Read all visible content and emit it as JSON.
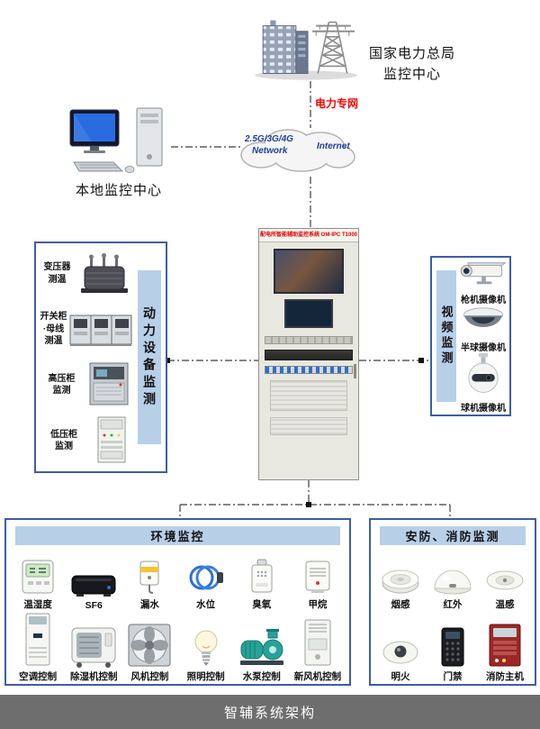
{
  "colors": {
    "panel_border": "#3d5da8",
    "strip_blue": "#b8cfe8",
    "footer_gray": "#6e6e6e",
    "network_label_red": "#ff0000",
    "cloud_text_blue": "#1f3e9e",
    "cabinet_header_red": "#e00000"
  },
  "top": {
    "hq_title_line1": "国家电力总局",
    "hq_title_line2": "监控中心",
    "power_network_label": "电力专网",
    "cloud": {
      "line1": "2.5G/3G/4G",
      "line2": "Network",
      "internet": "Internet"
    },
    "local_center_label": "本地监控中心"
  },
  "cabinet": {
    "header": "配电所智能辅助监控系统 OM-IPC T1000"
  },
  "power_panel": {
    "title": "动力设备监测",
    "items": [
      {
        "label_line1": "变压器",
        "label_line2": "测温",
        "icon": "transformer-icon"
      },
      {
        "label_line1": "开关柜·母线",
        "label_line2": "测温",
        "icon": "switchgear-icon"
      },
      {
        "label_line1": "高压柜",
        "label_line2": "监测",
        "icon": "hv-cabinet-icon"
      },
      {
        "label_line1": "低压柜",
        "label_line2": "监测",
        "icon": "lv-cabinet-icon"
      }
    ]
  },
  "video_panel": {
    "title": "视频监测",
    "items": [
      {
        "label": "枪机摄像机",
        "icon": "gun-camera-icon"
      },
      {
        "label": "半球摄像机",
        "icon": "dome-camera-icon"
      },
      {
        "label": "球机摄像机",
        "icon": "ptz-camera-icon"
      }
    ]
  },
  "env_panel": {
    "title": "环境监控",
    "sensors": [
      {
        "label": "温湿度",
        "icon": "thermo-hygrometer-icon"
      },
      {
        "label": "SF6",
        "icon": "sf6-sensor-icon"
      },
      {
        "label": "漏水",
        "icon": "water-leak-sensor-icon"
      },
      {
        "label": "水位",
        "icon": "water-level-sensor-icon"
      },
      {
        "label": "臭氧",
        "icon": "ozone-sensor-icon"
      },
      {
        "label": "甲烷",
        "icon": "methane-sensor-icon"
      }
    ],
    "controls": [
      {
        "label": "空调控制",
        "icon": "air-conditioner-icon"
      },
      {
        "label": "除湿机控制",
        "icon": "dehumidifier-icon"
      },
      {
        "label": "风机控制",
        "icon": "fan-icon"
      },
      {
        "label": "照明控制",
        "icon": "light-bulb-icon"
      },
      {
        "label": "水泵控制",
        "icon": "water-pump-icon"
      },
      {
        "label": "新风机控制",
        "icon": "fresh-air-unit-icon"
      }
    ]
  },
  "security_panel": {
    "title": "安防、消防监测",
    "row1": [
      {
        "label": "烟感",
        "icon": "smoke-detector-icon"
      },
      {
        "label": "红外",
        "icon": "infrared-detector-icon"
      },
      {
        "label": "温感",
        "icon": "heat-detector-icon"
      }
    ],
    "row2": [
      {
        "label": "明火",
        "icon": "flame-detector-icon"
      },
      {
        "label": "门禁",
        "icon": "access-control-icon"
      },
      {
        "label": "消防主机",
        "icon": "fire-alarm-host-icon"
      }
    ]
  },
  "footer": {
    "title": "智辅系统架构"
  }
}
